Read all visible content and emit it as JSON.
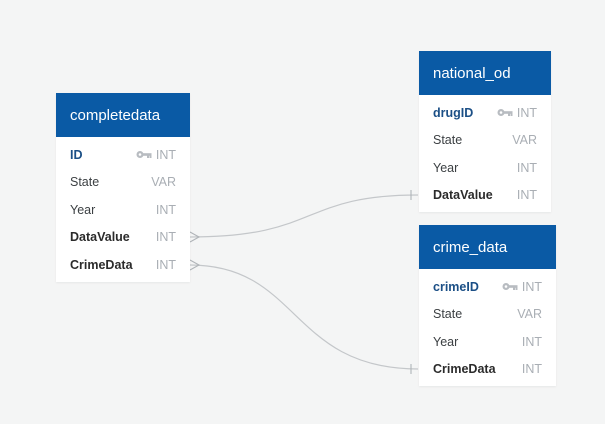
{
  "colors": {
    "header": "#0a5aa5",
    "link": "#c4c7ca",
    "key_icon": "#b8bcc1"
  },
  "tables": {
    "completedata": {
      "title": "completedata",
      "columns": [
        {
          "name": "ID",
          "type": "INT",
          "pk": true
        },
        {
          "name": "State",
          "type": "VAR"
        },
        {
          "name": "Year",
          "type": "INT"
        },
        {
          "name": "DataValue",
          "type": "INT",
          "fk": true
        },
        {
          "name": "CrimeData",
          "type": "INT",
          "fk": true
        }
      ]
    },
    "national_od": {
      "title": "national_od",
      "columns": [
        {
          "name": "drugID",
          "type": "INT",
          "pk": true
        },
        {
          "name": "State",
          "type": "VAR"
        },
        {
          "name": "Year",
          "type": "INT"
        },
        {
          "name": "DataValue",
          "type": "INT",
          "fk": true
        }
      ]
    },
    "crime_data": {
      "title": "crime_data",
      "columns": [
        {
          "name": "crimeID",
          "type": "INT",
          "pk": true
        },
        {
          "name": "State",
          "type": "VAR"
        },
        {
          "name": "Year",
          "type": "INT"
        },
        {
          "name": "CrimeData",
          "type": "INT",
          "fk": true
        }
      ]
    }
  },
  "relationships": [
    {
      "from": "completedata.DataValue",
      "from_end": "many",
      "to": "national_od.DataValue",
      "to_end": "one"
    },
    {
      "from": "completedata.CrimeData",
      "from_end": "many",
      "to": "crime_data.CrimeData",
      "to_end": "one"
    }
  ]
}
